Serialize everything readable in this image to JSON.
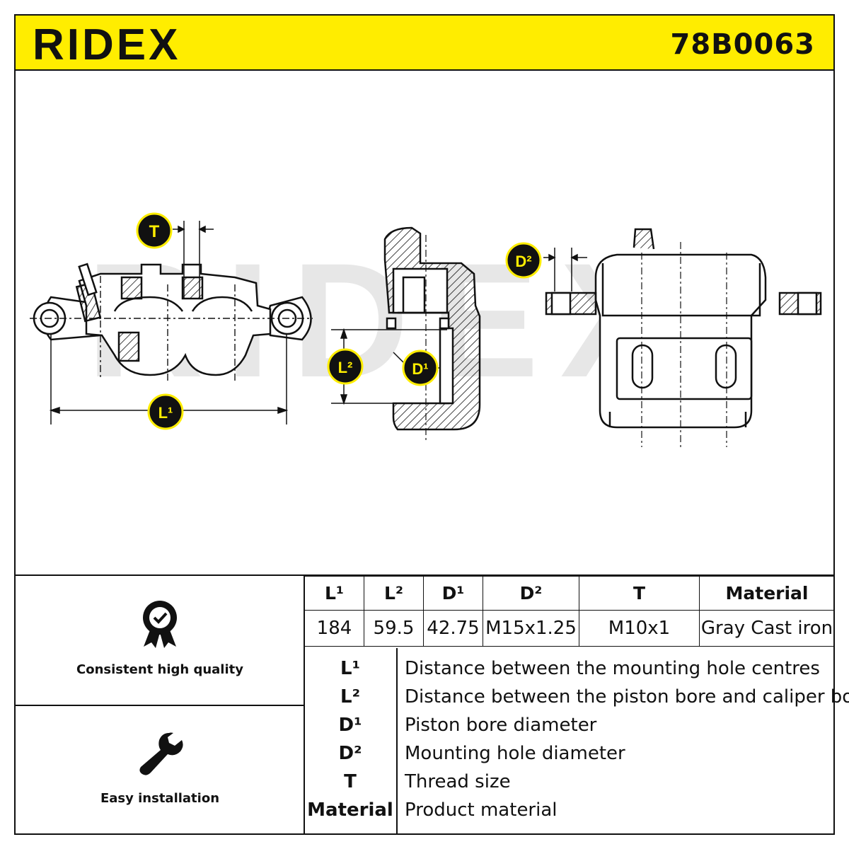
{
  "header": {
    "brand": "RIDEX",
    "part_number": "78B0063",
    "background_color": "#ffed00"
  },
  "drawing": {
    "watermark": "RIDEX",
    "callouts": {
      "t": "T",
      "l1": "L¹",
      "l2": "L²",
      "d1": "D¹",
      "d2": "D²"
    }
  },
  "features": [
    {
      "icon": "quality-badge-icon",
      "label": "Consistent high quality"
    },
    {
      "icon": "wrench-icon",
      "label": "Easy installation"
    }
  ],
  "spec_table": {
    "headers": [
      "L¹",
      "L²",
      "D¹",
      "D²",
      "T",
      "Material"
    ],
    "values": [
      "184",
      "59.5",
      "42.75",
      "M15x1.25",
      "M10x1",
      "Gray Cast iron"
    ]
  },
  "legend": [
    {
      "key": "L¹",
      "desc": "Distance between the mounting hole centres"
    },
    {
      "key": "L²",
      "desc": "Distance between the piston bore and caliper body"
    },
    {
      "key": "D¹",
      "desc": "Piston bore diameter"
    },
    {
      "key": "D²",
      "desc": "Mounting hole diameter"
    },
    {
      "key": "T",
      "desc": "Thread size"
    },
    {
      "key": "Material",
      "desc": "Product material"
    }
  ]
}
